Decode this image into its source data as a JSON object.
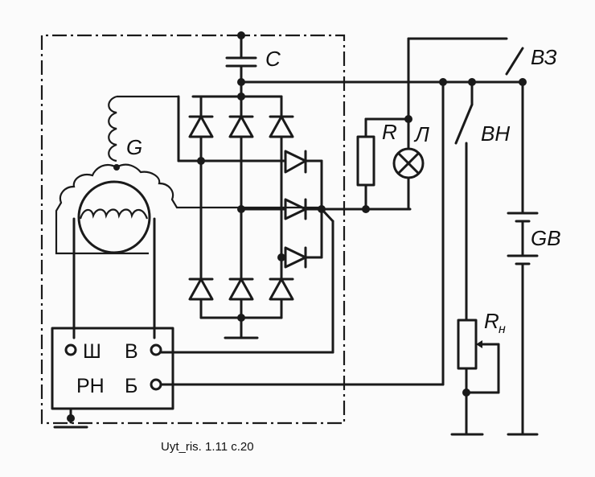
{
  "labels": {
    "capacitor": "C",
    "generator": "G",
    "resistor": "R",
    "lamp": "Л",
    "ignition_switch": "ВЗ",
    "switch_vn": "ВН",
    "battery": "GB",
    "load_resistor_main": "R",
    "load_resistor_sub": "н",
    "regulator_sh": "Ш",
    "regulator_v": "В",
    "regulator_rn": "РН",
    "regulator_b": "Б"
  },
  "caption": "Uyt_ris. 1.11 c.20"
}
